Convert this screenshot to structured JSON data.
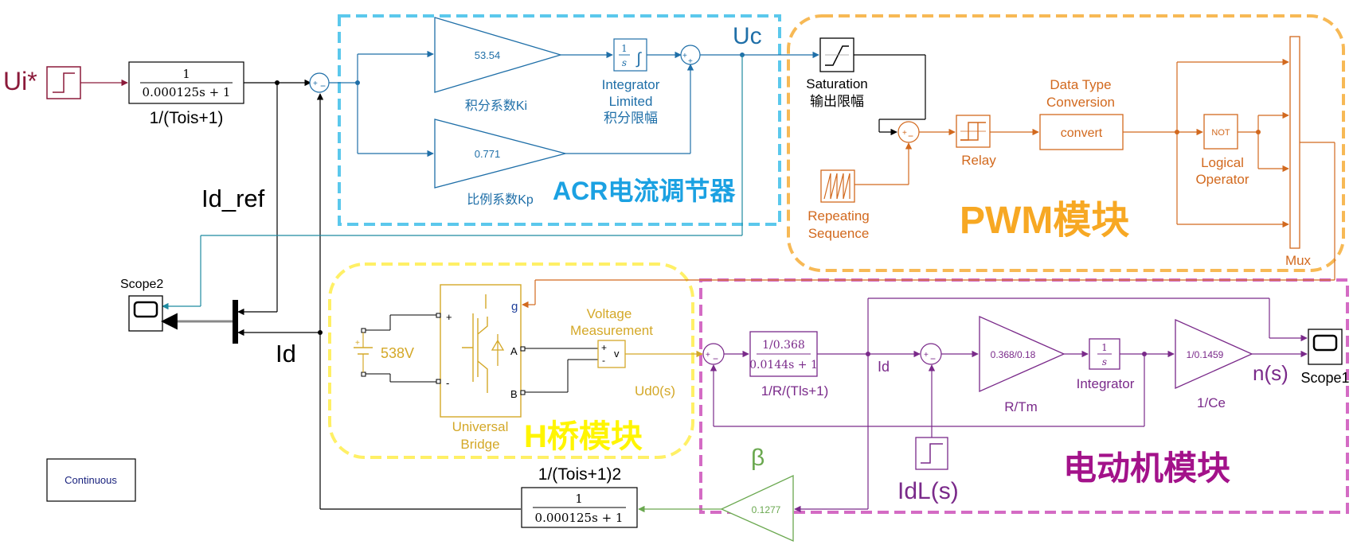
{
  "input": {
    "label": "Ui*"
  },
  "tf1": {
    "num": "1",
    "den": "0.000125s + 1",
    "caption": "1/(Tois+1)"
  },
  "id_ref_label": "Id_ref",
  "id_label": "Id",
  "scope2": {
    "label": "Scope2"
  },
  "acr": {
    "title": "ACR电流调节器",
    "ki_value": "53.54",
    "ki_label": "积分系数Ki",
    "kp_value": "0.771",
    "kp_label": "比例系数Kp",
    "integrator_num": "1",
    "integrator_den": "s",
    "integrator_label1": "Integrator",
    "integrator_label2": "Limited",
    "integrator_label3": "积分限幅",
    "uc_label": "Uc"
  },
  "pwm": {
    "title": "PWM模块",
    "saturation_label1": "Saturation",
    "saturation_label2": "输出限幅",
    "repeating_label1": "Repeating",
    "repeating_label2": "Sequence",
    "relay_label": "Relay",
    "dtc_label1": "Data Type",
    "dtc_label2": "Conversion",
    "convert_text": "convert",
    "not_text": "NOT",
    "logical_label1": "Logical",
    "logical_label2": "Operator",
    "mux_label": "Mux"
  },
  "hbridge": {
    "title": "H桥模块",
    "dc_label": "538V",
    "bridge_label1": "Universal",
    "bridge_label2": "Bridge",
    "port_plus": "+",
    "port_minus": "-",
    "port_g": "g",
    "port_a": "A",
    "port_b": "B",
    "vm_label1": "Voltage",
    "vm_label2": "Measurement",
    "vm_v": "v",
    "ud0_label": "Ud0(s)"
  },
  "motor": {
    "title": "电动机模块",
    "tf_num": "1/0.368",
    "tf_den": "0.0144s + 1",
    "tf_caption": "1/R/(Tls+1)",
    "id_label": "Id",
    "gain_rtm_value": "0.368/0.18",
    "gain_rtm_label": "R/Tm",
    "int_num": "1",
    "int_den": "s",
    "int_label": "Integrator",
    "gain_ce_value": "1/0.1459",
    "gain_ce_label": "1/Ce",
    "ns_label": "n(s)",
    "scope1_label": "Scope1",
    "idl_label": "IdL(s)"
  },
  "feedback": {
    "beta_label": "β",
    "beta_value": "0.1277",
    "tf2_caption": "1/(Tois+1)2",
    "tf2_num": "1",
    "tf2_den": "0.000125s + 1"
  },
  "continuous_label": "Continuous",
  "colors": {
    "input": "#8b1a3a",
    "acr": "#1f6fa8",
    "pwm": "#d2691e",
    "hbridge": "#d4a828",
    "motor": "#7a2a8a",
    "beta": "#6aa84f",
    "acr_box": "#5bc8ec",
    "pwm_box": "#f7b955",
    "hb_box": "#fff066",
    "motor_box": "#d46bc4"
  }
}
